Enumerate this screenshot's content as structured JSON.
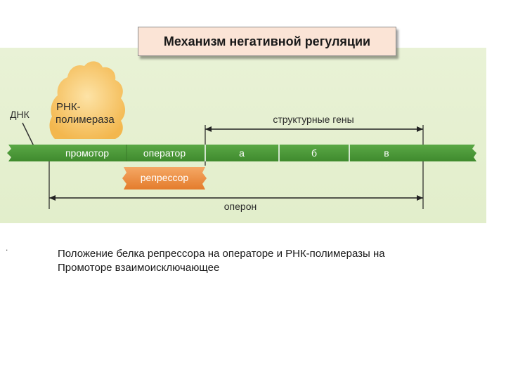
{
  "title": "Механизм негативной регуляции",
  "labels": {
    "dna": "ДНК",
    "rna_polymerase_line1": "РНК-",
    "rna_polymerase_line2": "полимераза",
    "structural_genes": "структурные гены",
    "promoter": "промотор",
    "operator": "оператор",
    "gene_a": "а",
    "gene_b": "б",
    "gene_c": "в",
    "repressor": "репрессор",
    "operon": "оперон"
  },
  "caption": {
    "bullet": ".",
    "line1": "Положение белка репрессора на операторе и РНК-полимеразы на",
    "line2": "Промоторе взаимоисключающее"
  },
  "colors": {
    "dna_strand": "#4f9a3a",
    "rna_polymerase": "#f7c56c",
    "repressor": "#ec8a3c",
    "background": "#e6f0d0"
  }
}
